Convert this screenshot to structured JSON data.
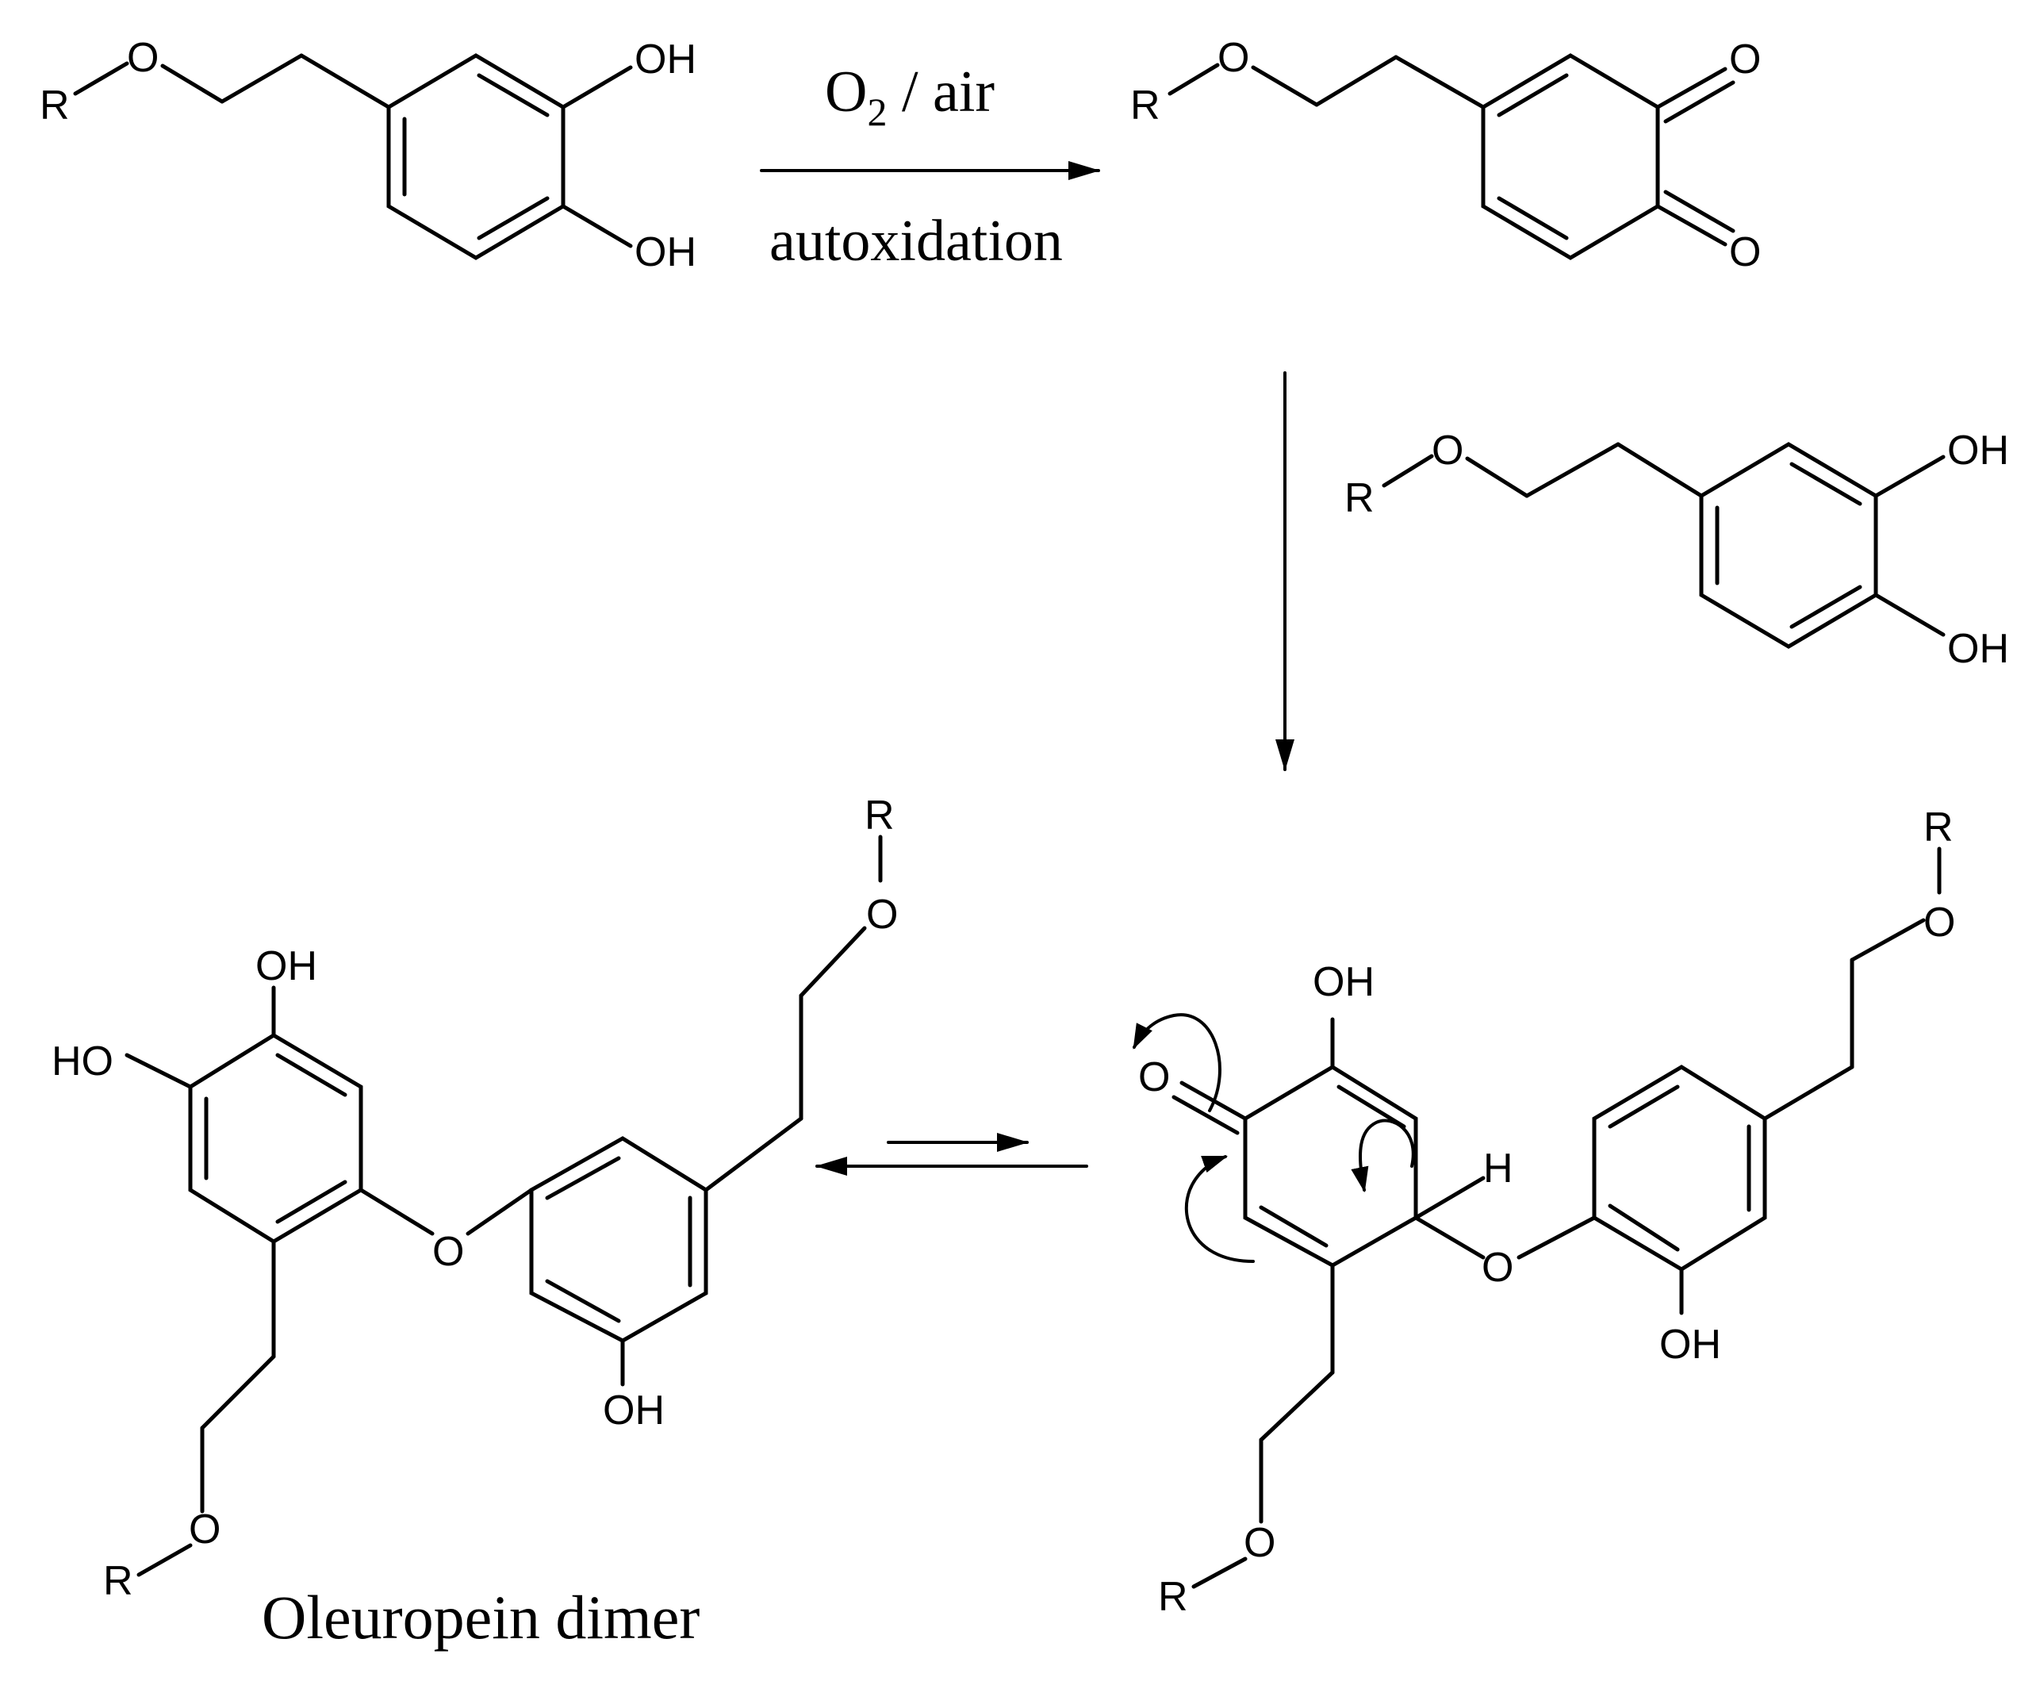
{
  "reaction": {
    "reagent_o": "O",
    "reagent_o_subscript": "2",
    "reagent_rest": " / air",
    "condition": "autoxidation"
  },
  "atoms": {
    "R": "R",
    "O": "O",
    "OH": "OH",
    "HO": "HO",
    "H": "H"
  },
  "caption": "Oleuropein dimer"
}
